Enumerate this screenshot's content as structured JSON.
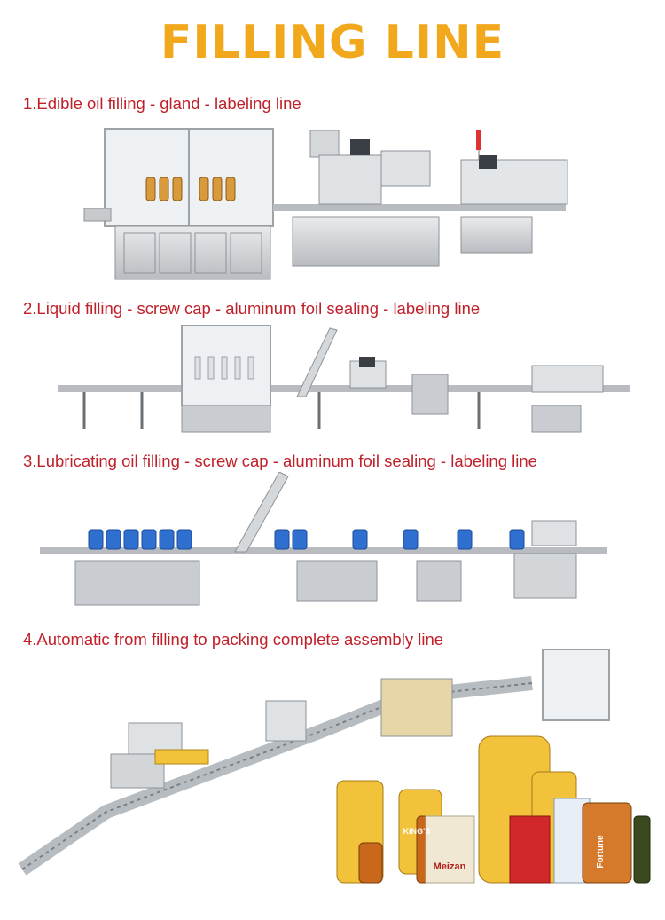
{
  "header": {
    "title": "FILLING LINE"
  },
  "sections": [
    {
      "label": "1.Edible oil filling - gland - labeling line"
    },
    {
      "label": "2.Liquid filling - screw cap - aluminum foil sealing - labeling line"
    },
    {
      "label": "3.Lubricating oil filling - screw cap - aluminum foil sealing - labeling line"
    },
    {
      "label": "4.Automatic from filling to packing complete assembly line"
    }
  ],
  "products": {
    "brands": [
      "KING'S",
      "Meizan",
      "Fortune"
    ]
  },
  "colors": {
    "title": "#f2a81d",
    "label": "#c0202a",
    "steel": "#c9ccd0",
    "oil": "#e4a13a",
    "blue_jug": "#2f6fd0"
  }
}
